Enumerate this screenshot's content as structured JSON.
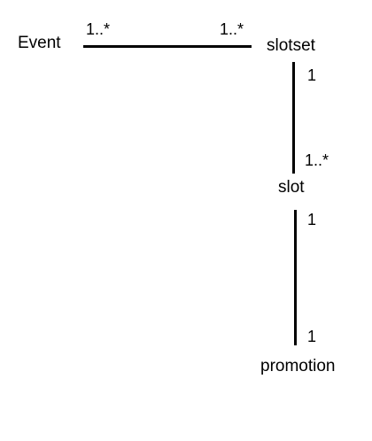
{
  "entities": {
    "event": "Event",
    "slotset": "slotset",
    "slot": "slot",
    "promotion": "promotion"
  },
  "associations": {
    "event_slotset": {
      "event_end": "1..*",
      "slotset_end": "1..*"
    },
    "slotset_slot": {
      "slotset_end": "1",
      "slot_end": "1..*"
    },
    "slot_promotion": {
      "slot_end": "1",
      "promotion_end": "1"
    }
  },
  "colors": {
    "line": "#000000",
    "text": "#000000",
    "background": "#ffffff"
  }
}
